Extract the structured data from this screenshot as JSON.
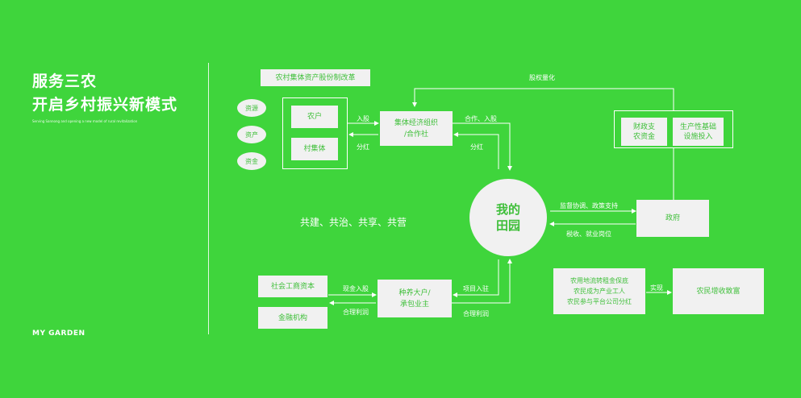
{
  "header": {
    "title_line1": "服务三农",
    "title_line2": "开启乡村振兴新模式",
    "subtitle": "Serving Sannong and opening a new model of rural revitalization",
    "brand": "MY GARDEN"
  },
  "diagram": {
    "reform_label": "农村集体资产股份制改革",
    "resources": [
      "资源",
      "资产",
      "资金"
    ],
    "farmer": "农户",
    "village_collective": "村集体",
    "collective_org": "集体经济组织\n/合作社",
    "center": "我的\n田园",
    "gov_finance": "财政支\n农资金",
    "gov_infra": "生产性基础\n设施投入",
    "government": "政府",
    "social_capital": "社会工商资本",
    "financial_inst": "金融机构",
    "large_grower": "种养大户/\n承包业主",
    "farmer_benefits": "农用地流转租金保底\n农民成为产业工人\n农民参与平台公司分红",
    "farmer_income": "农民增收致富",
    "slogan": "共建、共治、共享、共营",
    "edge_labels": {
      "equity_quant": "股权量化",
      "invest_in": "入股",
      "dividend_1": "分红",
      "coop_invest": "合作、入股",
      "dividend_2": "分红",
      "supervise": "监督协调、政策支持",
      "tax_jobs": "税收、就业岗位",
      "cash_invest": "现金入股",
      "reasonable_profit_1": "合理利润",
      "project_entry": "项目入驻",
      "reasonable_profit_2": "合理利润",
      "realize": "实现"
    }
  }
}
